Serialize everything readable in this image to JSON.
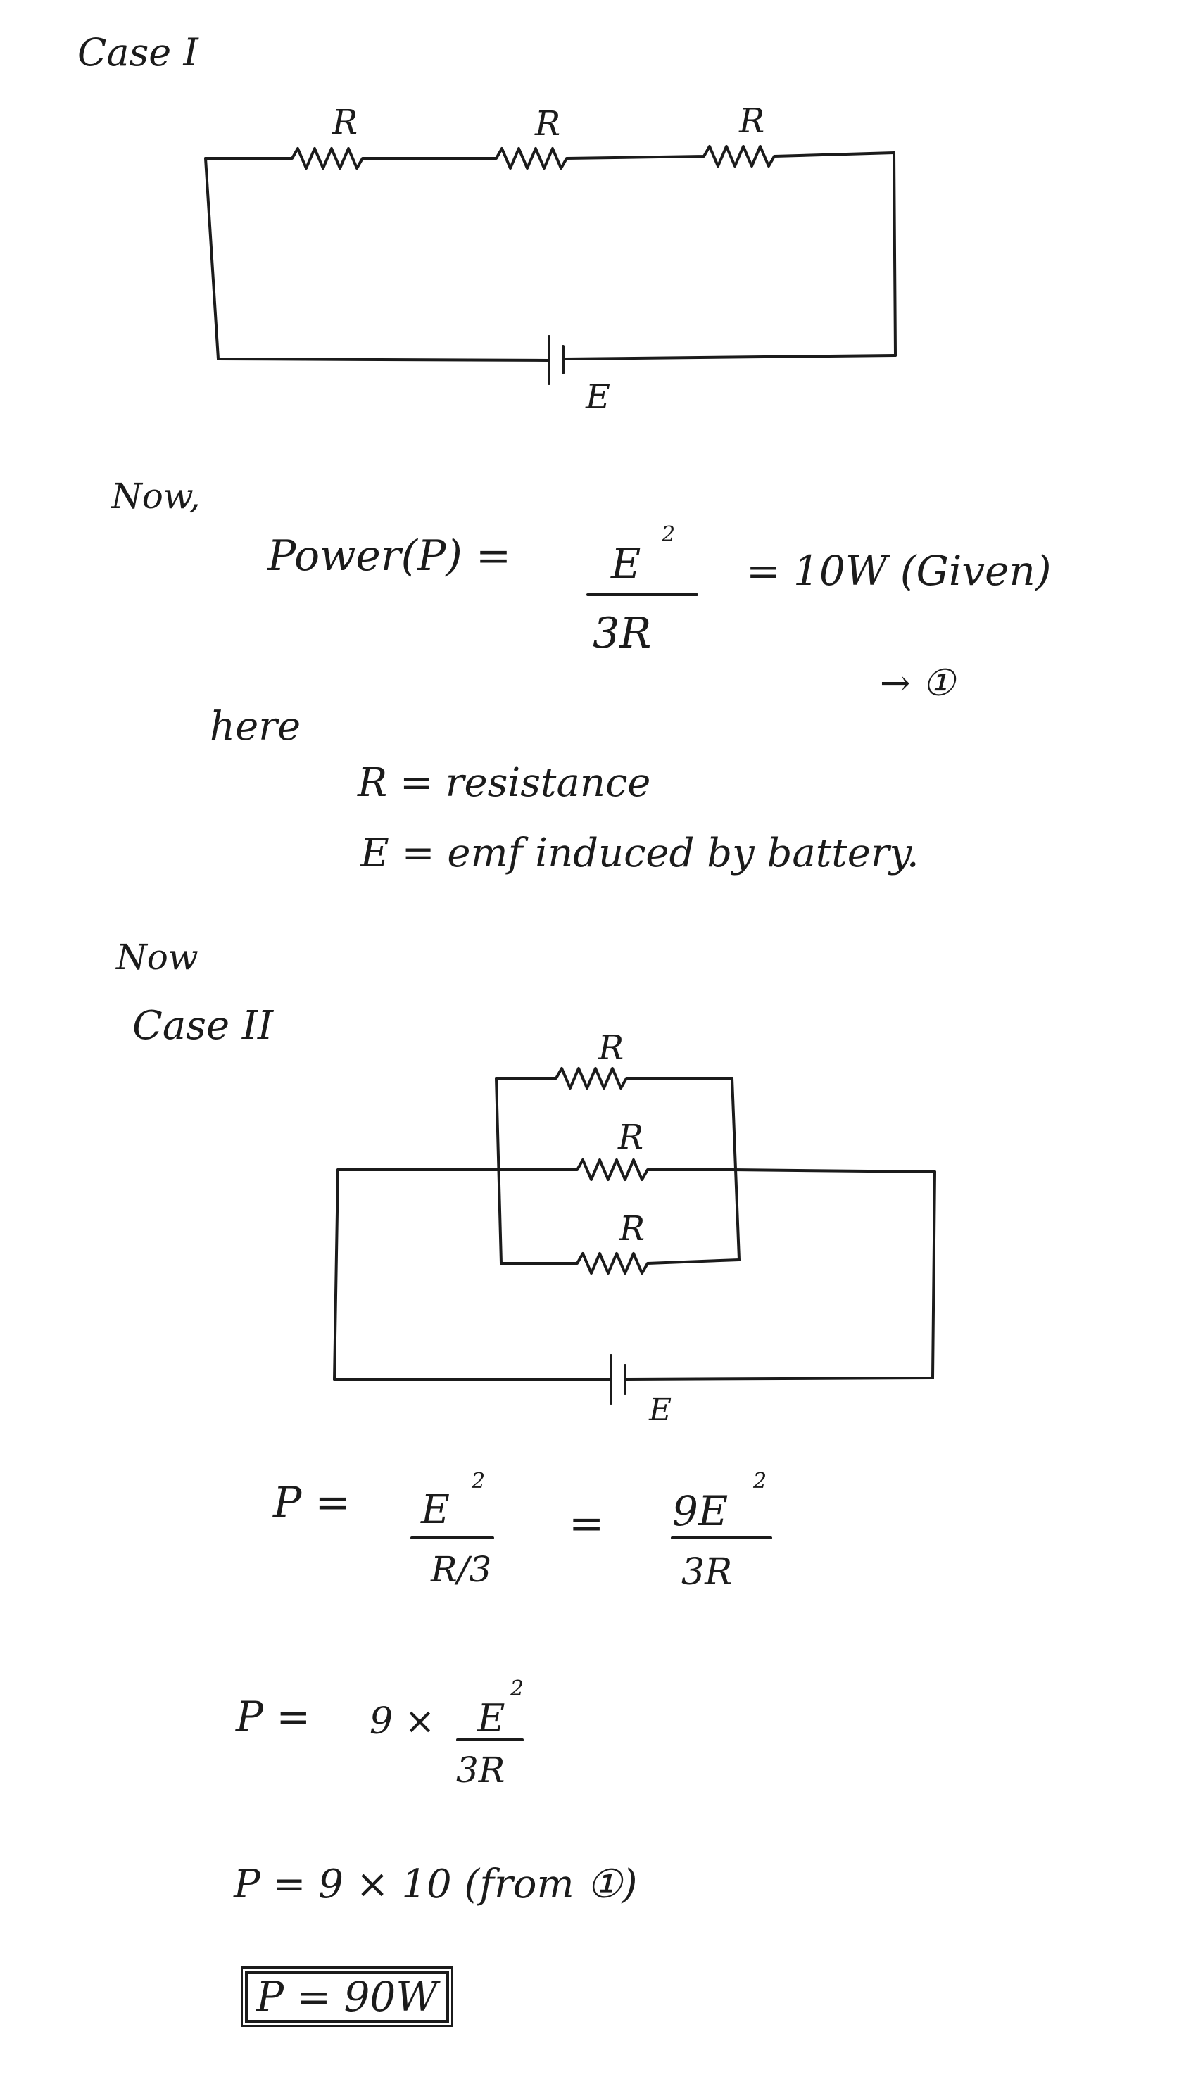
{
  "case1": {
    "heading": "Case I",
    "resistor_label": "R",
    "battery_label": "E"
  },
  "now1": "Now,",
  "eq1": {
    "lhs": "Power(P) =",
    "numerator": "E",
    "power": "2",
    "denominator": "3R",
    "rhs": "= 10W (Given)",
    "ref": "→ ①"
  },
  "here": {
    "label": "here",
    "line1": "R = resistance",
    "line2": "E = emf induced by battery."
  },
  "now2": "Now",
  "case2": {
    "heading": "Case II",
    "resistor_label": "R",
    "battery_label": "E"
  },
  "eq2": {
    "lhs": "P =",
    "numerator": "E",
    "power": "2",
    "denominator": "R/3",
    "equals": "=",
    "rhs_numerator": "9E",
    "rhs_power": "2",
    "rhs_denominator": "3R"
  },
  "eq3": {
    "lhs": "P =",
    "factor": "9 ×",
    "numerator": "E",
    "power": "2",
    "denominator": "3R"
  },
  "eq4": {
    "text": "P = 9 × 10  (from ①)"
  },
  "answer": {
    "text": "P = 90W"
  }
}
